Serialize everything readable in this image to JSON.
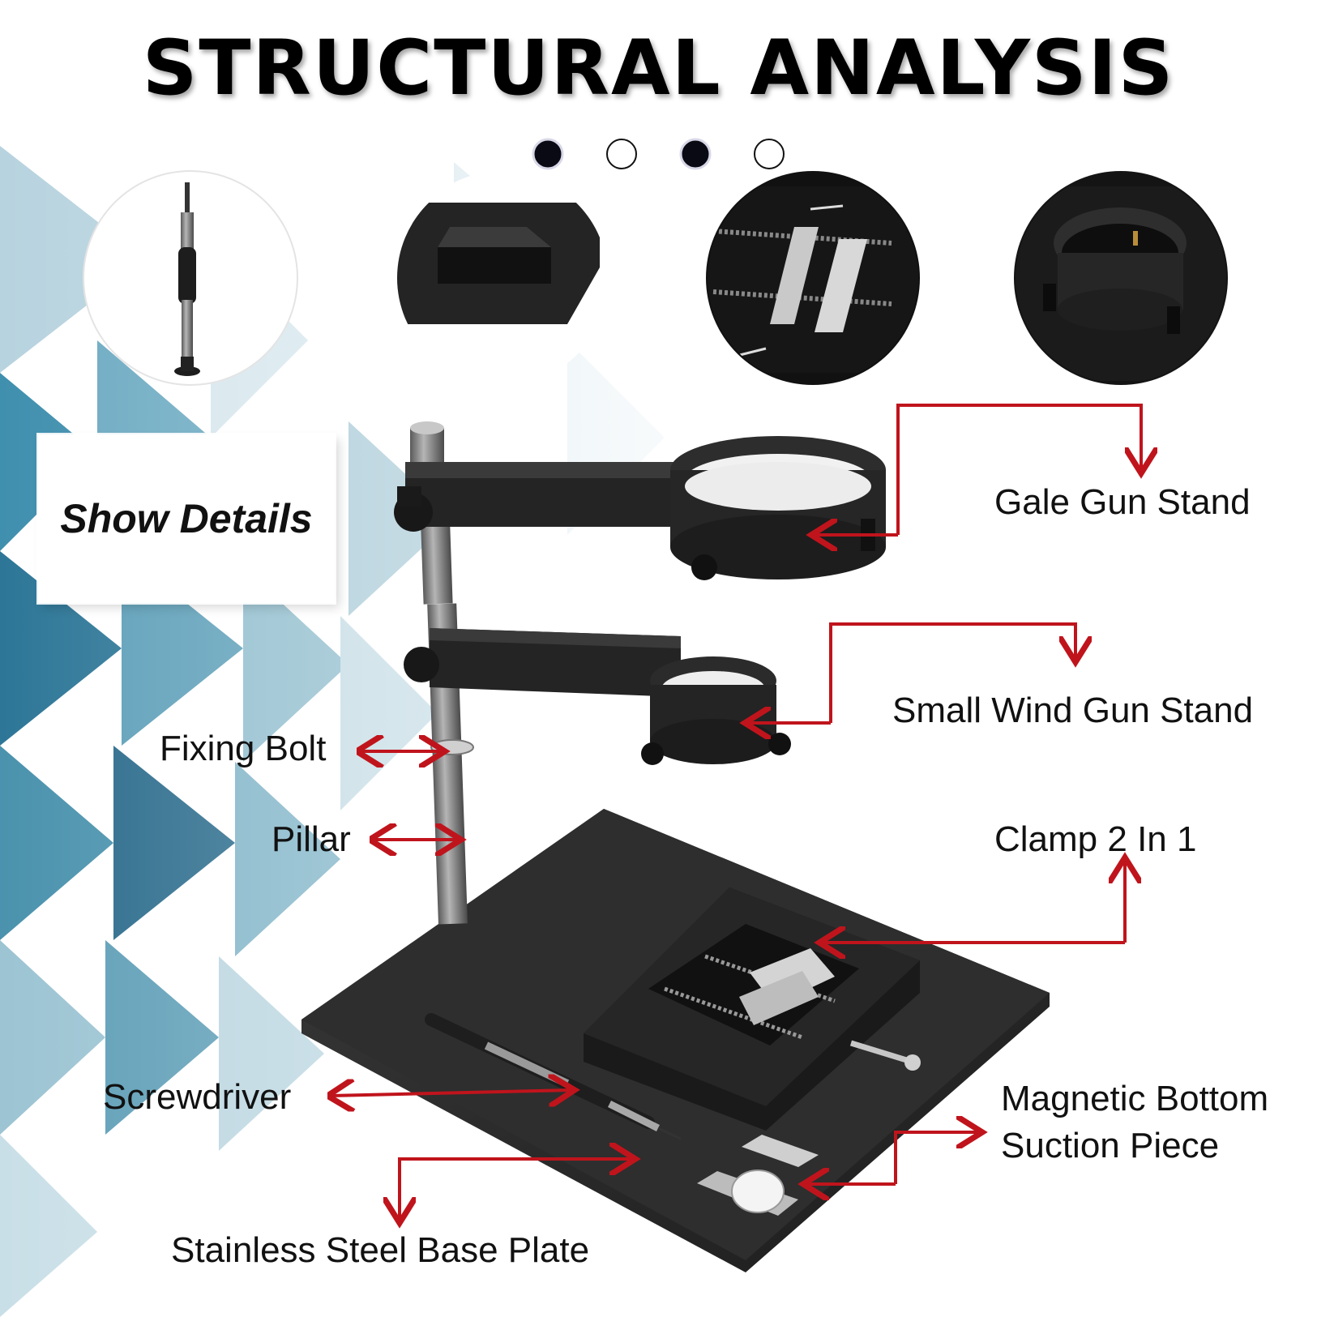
{
  "title": "STRUCTURAL ANALYSIS",
  "carousel": {
    "dots": [
      {
        "state": "filled"
      },
      {
        "state": "empty"
      },
      {
        "state": "filled"
      },
      {
        "state": "empty"
      }
    ]
  },
  "detail_thumbnails": [
    {
      "icon": "screwdriver-icon"
    },
    {
      "icon": "rubber-foot-icon"
    },
    {
      "icon": "clamp-icon"
    },
    {
      "icon": "gun-holder-ring-icon"
    }
  ],
  "show_details": "Show Details",
  "callouts": {
    "gale_gun_stand": "Gale Gun Stand",
    "small_wind_gun_stand": "Small Wind Gun Stand",
    "fixing_bolt": "Fixing Bolt",
    "pillar": "Pillar",
    "clamp": "Clamp 2 In 1",
    "screwdriver": "Screwdriver",
    "magnetic_line1": "Magnetic Bottom",
    "magnetic_line2": "Suction Piece",
    "base_plate": "Stainless Steel Base Plate"
  },
  "colors": {
    "arrow": "#c0141c",
    "metal_dark": "#2b2b2b",
    "steel": "#8a8a8a",
    "bg_teal": "#4f9eb8"
  }
}
